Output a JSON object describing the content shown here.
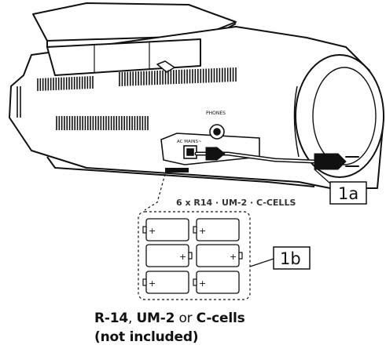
{
  "labels": {
    "callout_a": "1a",
    "callout_b": "1b",
    "battery_spec": "6 x R14 · UM-2 · C-CELLS",
    "phones_port": "PHONES",
    "ac_mains_port": "AC MAINS~"
  },
  "caption": {
    "type_1": "R-14",
    "sep_1": ", ",
    "type_2": "UM-2",
    "sep_2": " or ",
    "type_3": "C-cells",
    "note": "(not included)"
  },
  "battery": {
    "positive_symbol": "+"
  }
}
